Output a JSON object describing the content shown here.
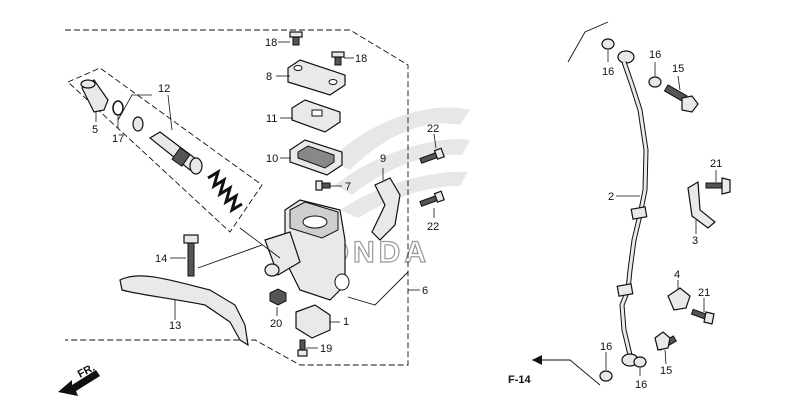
{
  "logo": {
    "text": "HONDA"
  },
  "callouts": {
    "c18a": "18",
    "c18b": "18",
    "c8": "8",
    "c11": "11",
    "c10": "10",
    "c12": "12",
    "c5": "5",
    "c17": "17",
    "c22a": "22",
    "c22b": "22",
    "c9": "9",
    "c7": "7",
    "c14": "14",
    "c13": "13",
    "c20": "20",
    "c1": "1",
    "c19": "19",
    "c6": "6",
    "c16a": "16",
    "c16b": "16",
    "c16c": "16",
    "c16d": "16",
    "c15a": "15",
    "c15b": "15",
    "c21a": "21",
    "c21b": "21",
    "c2": "2",
    "c3": "3",
    "c4": "4"
  },
  "reference": {
    "f14": "F-14"
  },
  "direction": {
    "fr": "FR."
  }
}
